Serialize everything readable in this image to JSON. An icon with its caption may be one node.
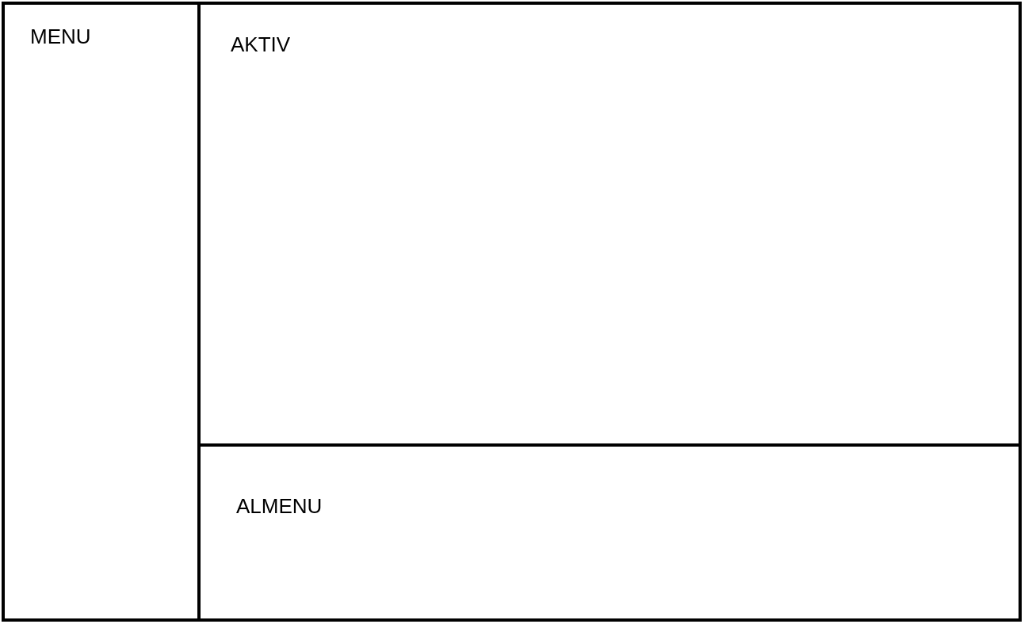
{
  "diagram": {
    "nodes": [
      {
        "text": [
          "MENU"
        ]
      },
      {
        "text": [
          "AKTIV"
        ]
      },
      {
        "text": [
          "ALMENU"
        ]
      }
    ]
  }
}
